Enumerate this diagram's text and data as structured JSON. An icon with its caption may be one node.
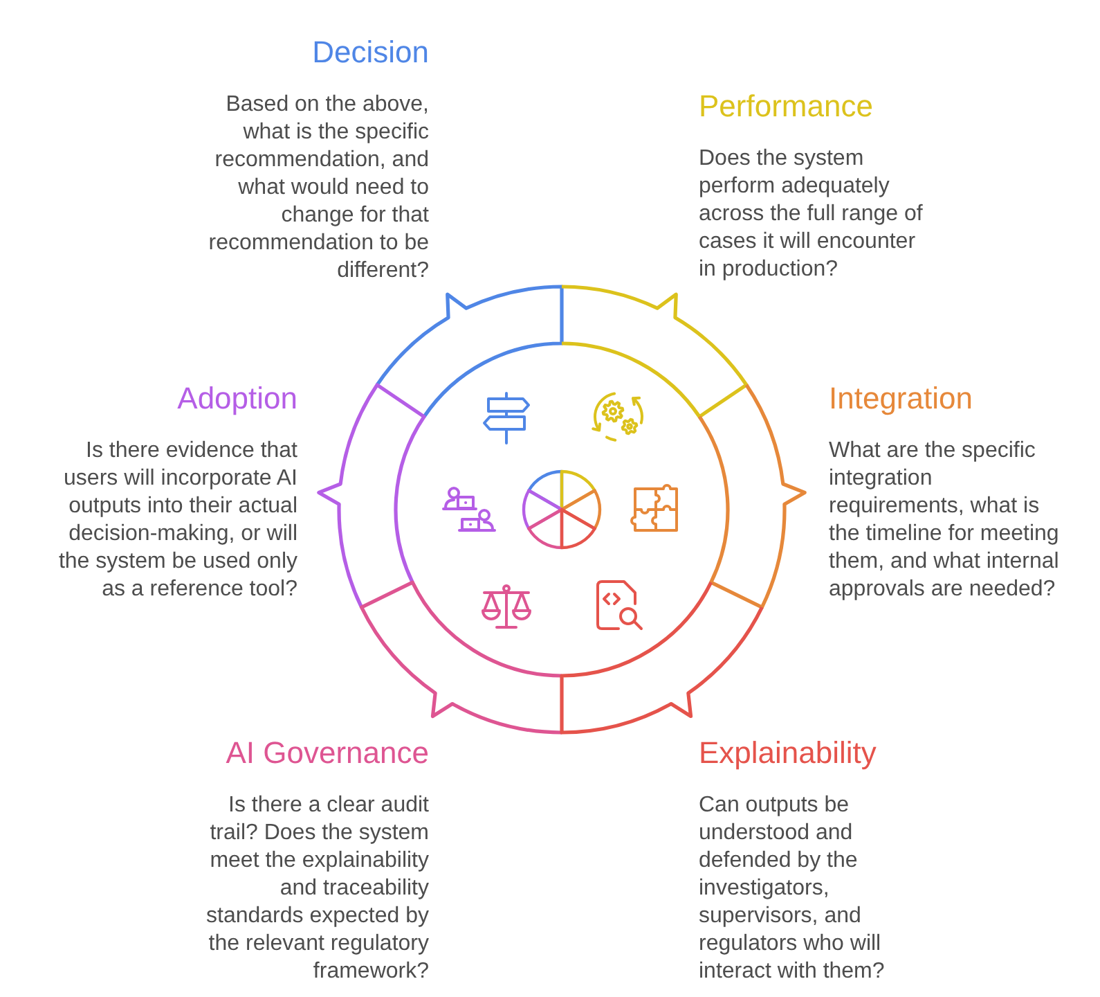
{
  "diagram": {
    "nodes": [
      {
        "text": [
          "Decision",
          "Based on the above, what is the specific recommendation, and what would need to change for that recommendation to be different?"
        ]
      },
      {
        "text": [
          "Performance",
          "Does the system perform adequately across the full range of cases it will encounter in production?"
        ]
      },
      {
        "text": [
          "Adoption",
          "Is there evidence that users will incorporate AI outputs into their actual decision-making, or will the system be used only as a reference tool?"
        ]
      },
      {
        "text": [
          "Integration",
          "What are the specific integration requirements, what is the timeline for meeting them, and what internal approvals are needed?"
        ]
      },
      {
        "text": [
          "AI Governance",
          "Is there a clear audit trail? Does the system meet the explainability and traceability standards expected by the relevant regulatory framework?"
        ]
      },
      {
        "text": [
          "Explainability",
          "Can outputs be understood and defended by the investigators, supervisors, and regulators who will interact with them?"
        ]
      }
    ]
  }
}
